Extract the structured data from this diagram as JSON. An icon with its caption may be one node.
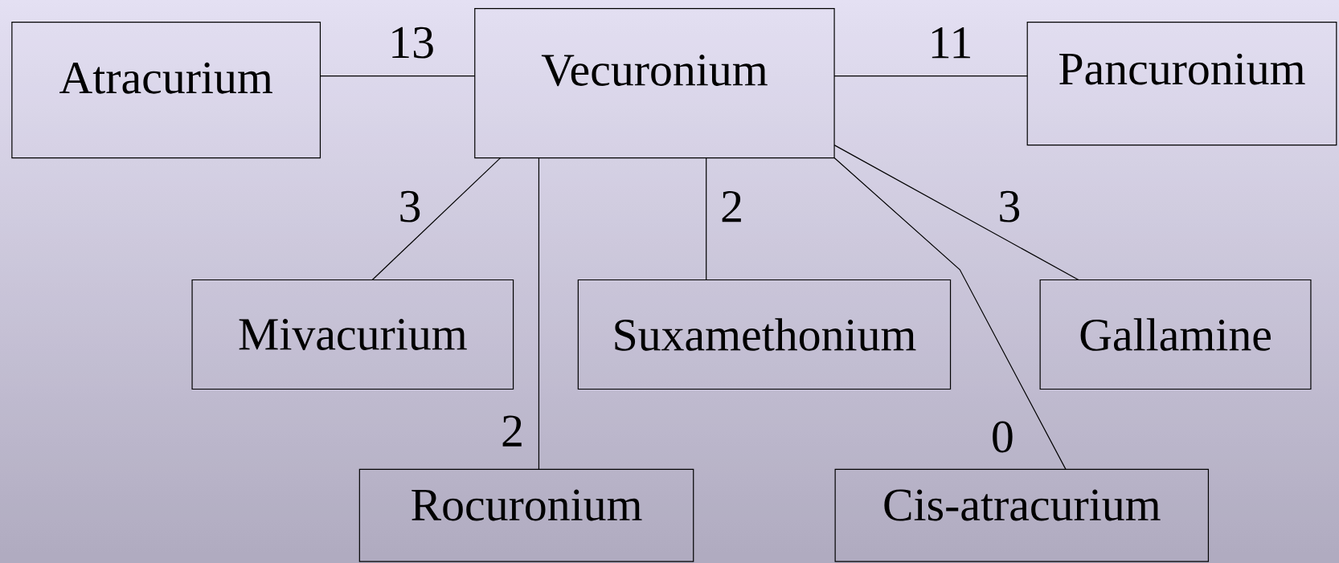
{
  "diagram": {
    "nodes": [
      {
        "text": [
          "Atracurium"
        ]
      },
      {
        "text": [
          "Vecuronium"
        ]
      },
      {
        "text": [
          "Pancuronium"
        ]
      },
      {
        "text": [
          "Mivacurium"
        ]
      },
      {
        "text": [
          "Suxamethonium"
        ]
      },
      {
        "text": [
          "Gallamine"
        ]
      },
      {
        "text": [
          "Rocuronium"
        ]
      },
      {
        "text": [
          "Cis-atracurium"
        ]
      }
    ],
    "edges": [
      {
        "from": 0,
        "to": 1,
        "arrow": "none",
        "label": "13"
      },
      {
        "from": 1,
        "to": 2,
        "arrow": "none",
        "label": "11"
      },
      {
        "from": 1,
        "to": 3,
        "arrow": "none",
        "label": "3"
      },
      {
        "from": 1,
        "to": 6,
        "arrow": "none",
        "label": "2"
      },
      {
        "from": 1,
        "to": 4,
        "arrow": "none",
        "label": "2"
      },
      {
        "from": 1,
        "to": 7,
        "arrow": "none",
        "label": "0"
      },
      {
        "from": 1,
        "to": 5,
        "arrow": "none",
        "label": "3"
      }
    ]
  }
}
